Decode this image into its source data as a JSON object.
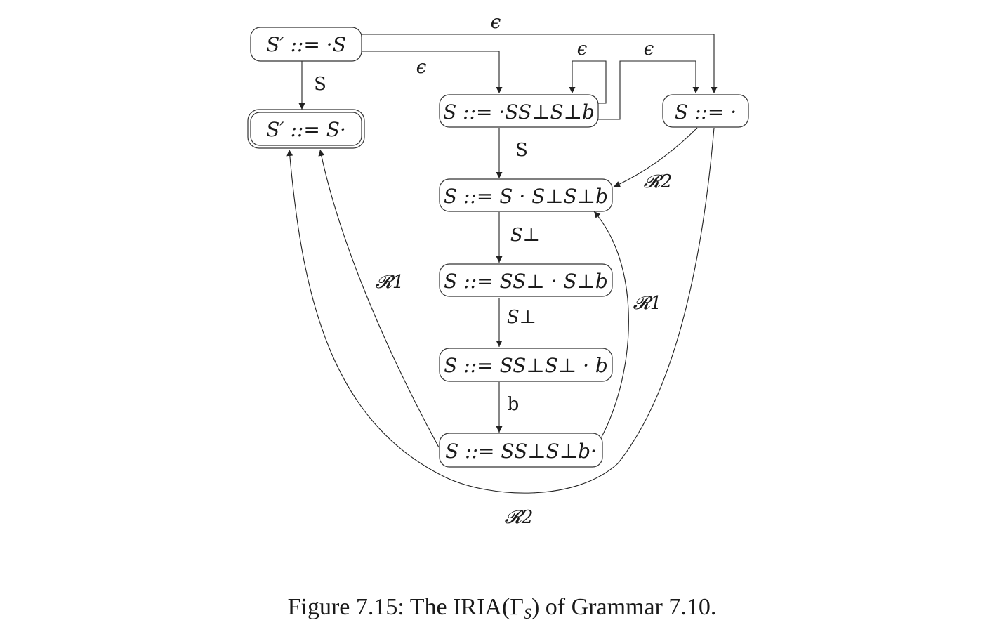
{
  "figure": {
    "caption_prefix": "Figure 7.15: The IRIA(Γ",
    "caption_subscript": "S",
    "caption_suffix": ") of Grammar 7.10."
  },
  "nodes": [
    {
      "id": "n0",
      "label": "S′ ::= ·S",
      "accepting": false
    },
    {
      "id": "n1",
      "label": "S′ ::= S·",
      "accepting": true
    },
    {
      "id": "n2",
      "label": "S ::= ·SS⊥S⊥b",
      "accepting": false
    },
    {
      "id": "n3",
      "label": "S ::= ·",
      "accepting": false
    },
    {
      "id": "n4",
      "label": "S ::= S · S⊥S⊥b",
      "accepting": false
    },
    {
      "id": "n5",
      "label": "S ::= SS⊥ · S⊥b",
      "accepting": false
    },
    {
      "id": "n6",
      "label": "S ::= SS⊥S⊥ · b",
      "accepting": false
    },
    {
      "id": "n7",
      "label": "S ::= SS⊥S⊥b·",
      "accepting": false
    }
  ],
  "edges": [
    {
      "id": "e0",
      "from": "n0",
      "to": "n1",
      "label": "S"
    },
    {
      "id": "e1",
      "from": "n0",
      "to": "n2",
      "label": "ϵ"
    },
    {
      "id": "e2",
      "from": "n0",
      "to": "n3",
      "label": "ϵ"
    },
    {
      "id": "e3",
      "from": "n2",
      "to": "n2",
      "label": "ϵ"
    },
    {
      "id": "e4",
      "from": "n2",
      "to": "n3",
      "label": "ϵ"
    },
    {
      "id": "e5",
      "from": "n2",
      "to": "n4",
      "label": "S"
    },
    {
      "id": "e6",
      "from": "n3",
      "to": "n4",
      "label": "𝓡2"
    },
    {
      "id": "e7",
      "from": "n4",
      "to": "n5",
      "label": "S⊥"
    },
    {
      "id": "e8",
      "from": "n5",
      "to": "n6",
      "label": "S⊥"
    },
    {
      "id": "e9",
      "from": "n6",
      "to": "n7",
      "label": "b"
    },
    {
      "id": "e10",
      "from": "n7",
      "to": "n4",
      "label": "𝓡1"
    },
    {
      "id": "e11",
      "from": "n7",
      "to": "n1",
      "label": "𝓡1"
    },
    {
      "id": "e12",
      "from": "n3",
      "to": "n1",
      "label": "𝓡2"
    }
  ]
}
